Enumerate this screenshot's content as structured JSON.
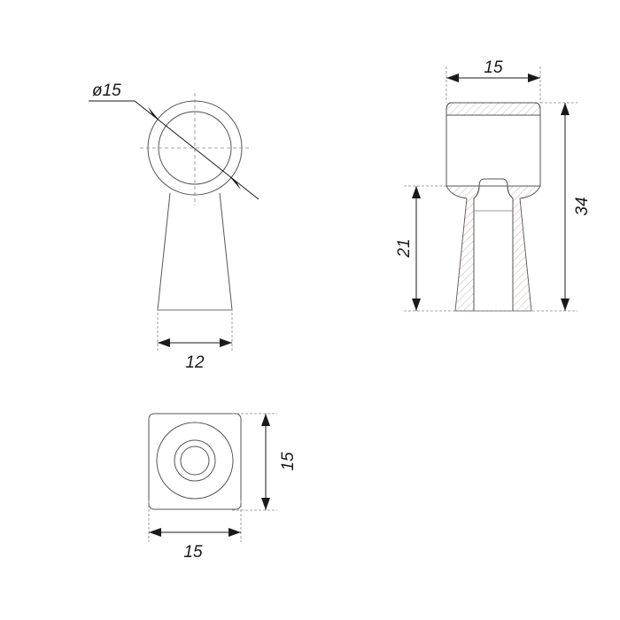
{
  "front_view": {
    "diameter_label": "ø15",
    "width_label": "12"
  },
  "side_view": {
    "top_width_label": "15",
    "height_total_label": "34",
    "height_leg_label": "21"
  },
  "bottom_view": {
    "width_label": "15",
    "height_label": "15"
  }
}
